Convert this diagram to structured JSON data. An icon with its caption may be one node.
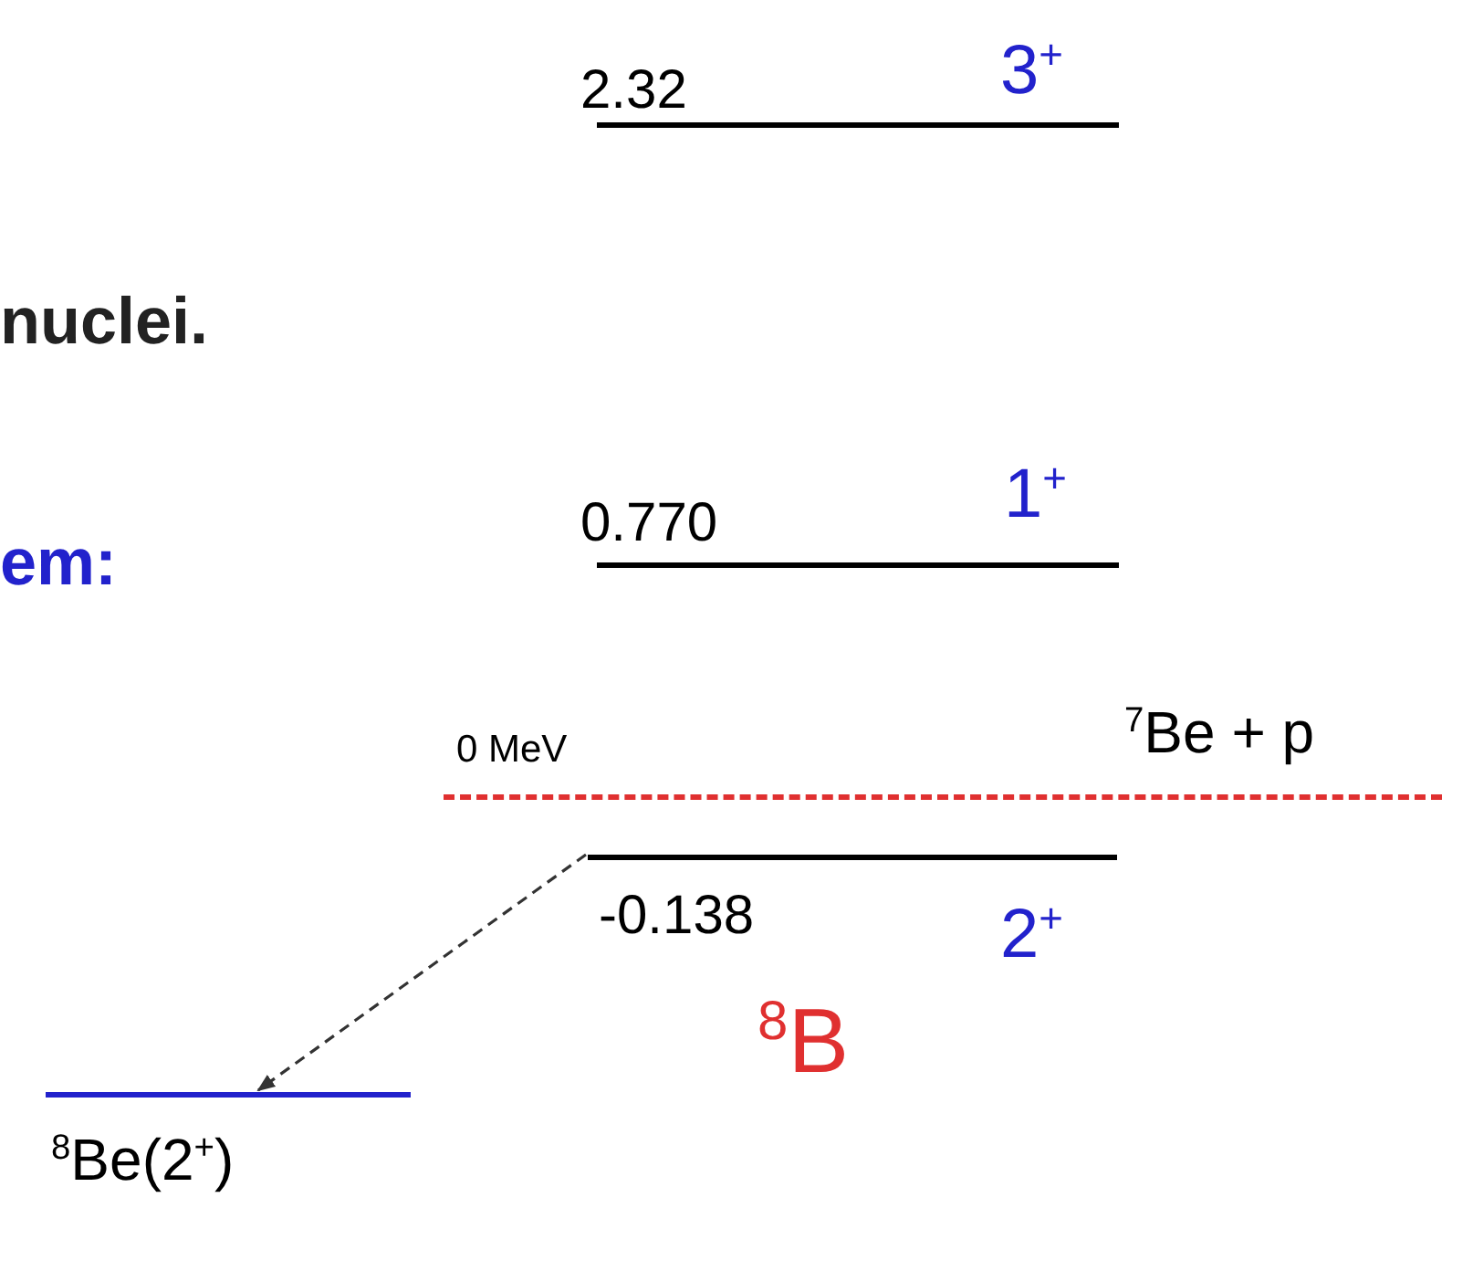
{
  "diagram": {
    "nodes": [
      {
        "text": [
          "2.32",
          "3$^{+}$"
        ]
      },
      {
        "text": [
          "0.770",
          "1$^{+}$"
        ]
      },
      {
        "text": [
          "0 MeV",
          "$^{7}$Be + p"
        ]
      },
      {
        "text": [
          "-0.138",
          "2$^{+}$"
        ]
      },
      {
        "text": [
          "$^{8}$Be(2$^{+}$)"
        ]
      }
    ],
    "edges": [
      {
        "from": 3,
        "to": 4,
        "arrow": "to",
        "style": "dashed"
      }
    ],
    "labels": [
      "nuclei.",
      "em:",
      "$^{8}$B"
    ]
  }
}
